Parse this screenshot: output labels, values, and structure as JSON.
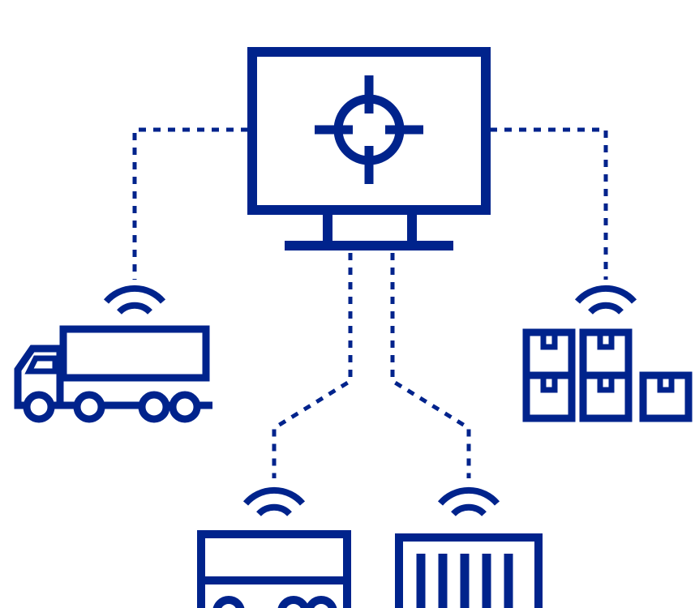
{
  "diagram": {
    "theme_color": "#00238c",
    "background_color": "#ffffff",
    "nodes": [
      {
        "id": "monitor",
        "icon": "monitor-target-icon"
      },
      {
        "id": "truck",
        "icon": "truck-icon",
        "signal": "wireless-signal-icon"
      },
      {
        "id": "boxes",
        "icon": "stacked-boxes-icon",
        "signal": "wireless-signal-icon"
      },
      {
        "id": "van",
        "icon": "delivery-vehicle-icon",
        "signal": "wireless-signal-icon"
      },
      {
        "id": "container",
        "icon": "shipping-container-icon",
        "signal": "wireless-signal-icon"
      }
    ],
    "connections": [
      {
        "from": "monitor",
        "to": "truck",
        "style": "dashed"
      },
      {
        "from": "monitor",
        "to": "boxes",
        "style": "dashed"
      },
      {
        "from": "monitor",
        "to": "van",
        "style": "dashed"
      },
      {
        "from": "monitor",
        "to": "container",
        "style": "dashed"
      }
    ]
  }
}
